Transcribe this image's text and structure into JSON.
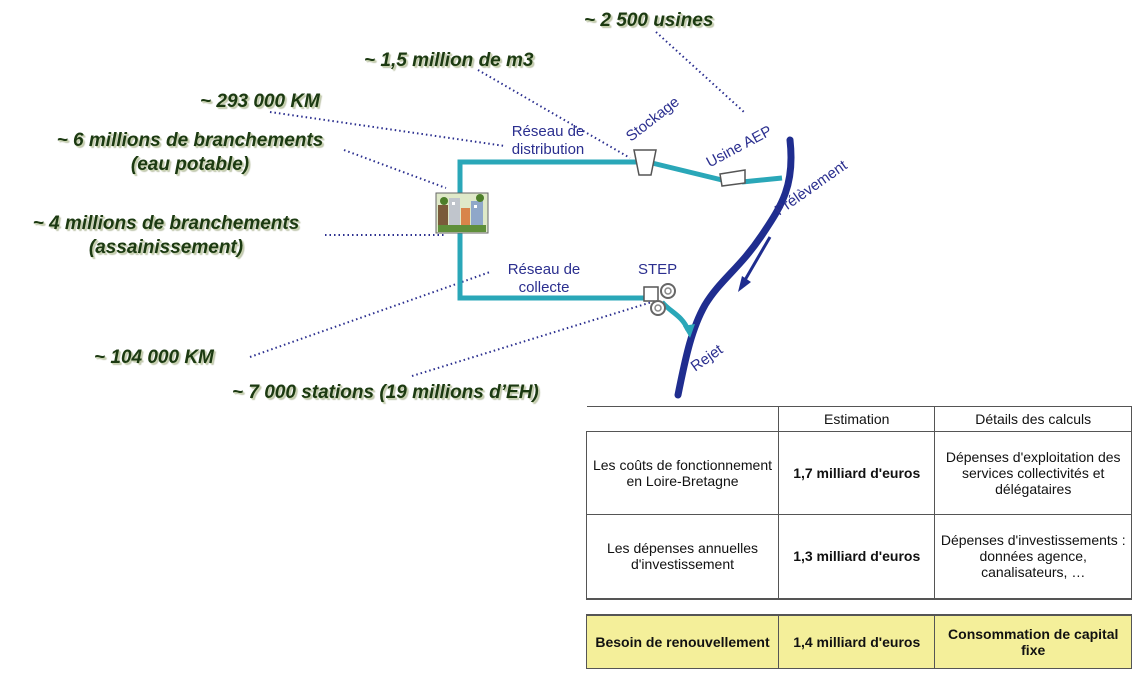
{
  "stats": {
    "usines": "~ 2 500 usines",
    "stockage": "~ 1,5 million de m3",
    "reseau_km": "~ 293 000 KM",
    "branchements_eau_1": "~ 6 millions de branchements",
    "branchements_eau_2": "(eau potable)",
    "branchements_ass_1": "~ 4 millions de branchements",
    "branchements_ass_2": "(assainissement)",
    "collecte_km": "~ 104 000 KM",
    "stations": "~ 7 000 stations (19 millions d’EH)"
  },
  "labels": {
    "reseau_distribution_1": "Réseau de",
    "reseau_distribution_2": "distribution",
    "stockage": "Stockage",
    "usine_aep": "Usine AEP",
    "prelevement": "Prélèvement",
    "reseau_collecte_1": "Réseau de",
    "reseau_collecte_2": "collecte",
    "step": "STEP",
    "rejet": "Rejet"
  },
  "colors": {
    "pipe": "#2aa7b8",
    "river": "#1f2d8f",
    "dotted": "#2b2f8f",
    "table_highlight": "#f4ef9a"
  },
  "table": {
    "headers": [
      "Estimation",
      "Détails des calculs"
    ],
    "rows": [
      {
        "label": "Les coûts de fonctionnement en Loire-Bretagne",
        "estimate": "1,7 milliard d'euros",
        "details": "Dépenses d'exploitation des services collectivités et délégataires"
      },
      {
        "label": "Les dépenses annuelles d'investissement",
        "estimate": "1,3 milliard d'euros",
        "details": "Dépenses d'investissements : données agence, canalisateurs, …"
      }
    ],
    "highlight_row": {
      "label": "Besoin de renouvellement",
      "estimate": "1,4 milliard d'euros",
      "details": "Consommation de capital fixe"
    }
  }
}
